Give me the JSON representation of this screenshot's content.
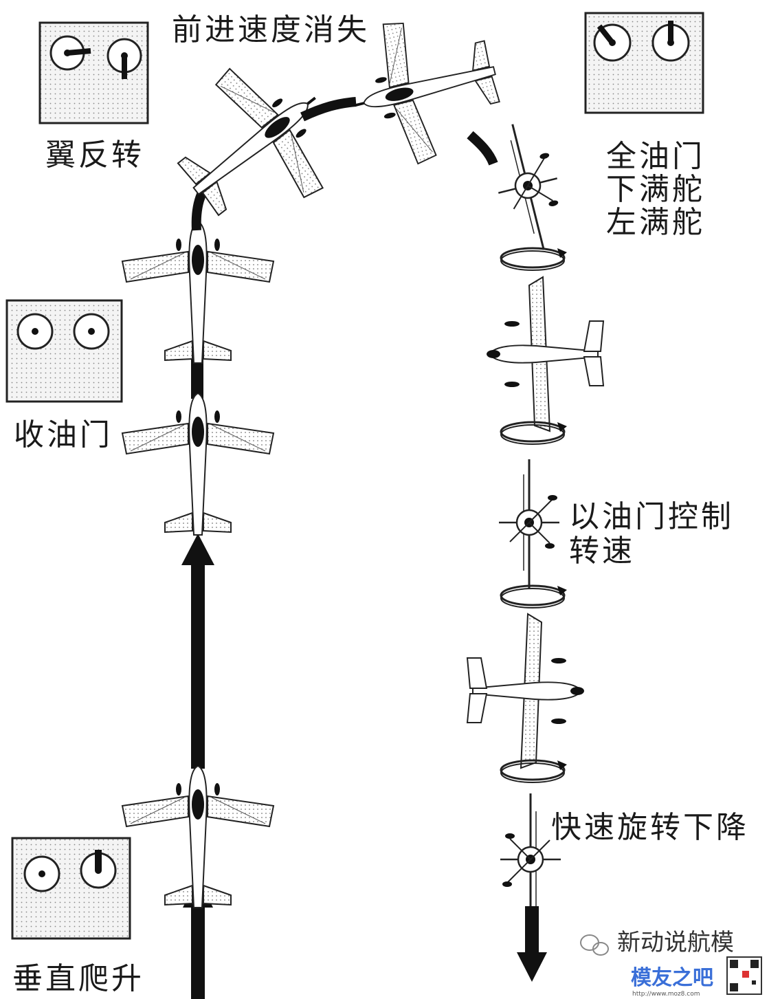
{
  "captions": {
    "vertical_climb": "垂直爬升",
    "throttle_off": "收油门",
    "wing_flip": "翼反转",
    "forward_speed_lost": "前进速度消失",
    "full_throttle_line1": "全油门",
    "full_throttle_line2": "下满舵",
    "full_throttle_line3": "左满舵",
    "throttle_control_line1": "以油门控制",
    "throttle_control_line2": "转速",
    "fast_spin_descent": "快速旋转下降"
  },
  "watermark": {
    "account_name": "新动说航模",
    "site_name": "模友之吧",
    "site_url": "http://www.moz8.com"
  },
  "colors": {
    "ink": "#1a1a1a",
    "panel_fill": "#f4f4f4",
    "watermark_blue": "#3a6fd8"
  }
}
